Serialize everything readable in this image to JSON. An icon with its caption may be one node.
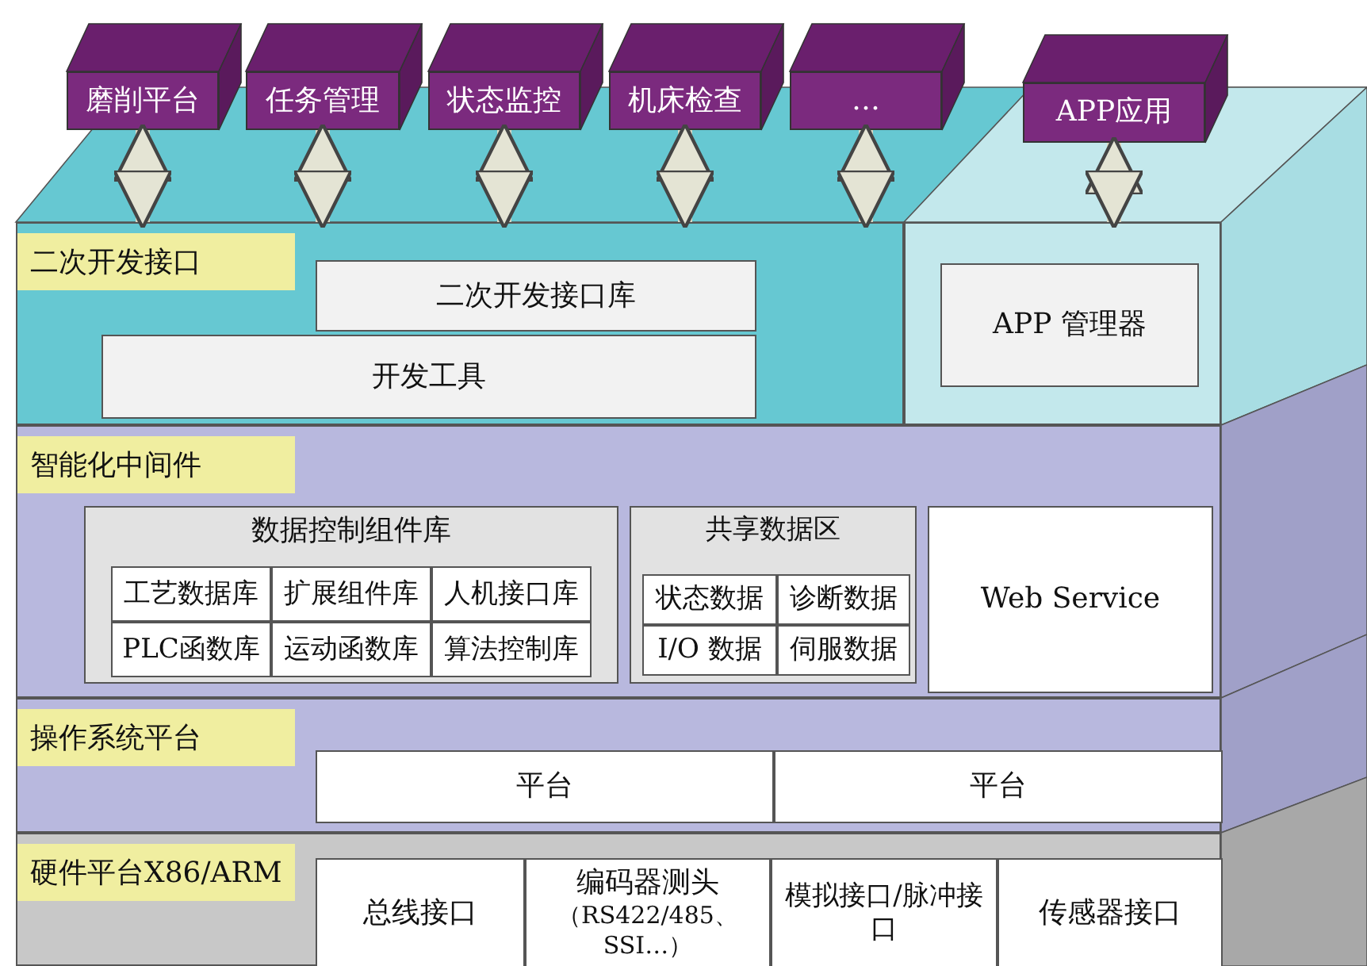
{
  "diagram": {
    "nodes": [
      {
        "text": [
          "磨削平台"
        ]
      },
      {
        "text": [
          "任务管理"
        ]
      },
      {
        "text": [
          "状态监控"
        ]
      },
      {
        "text": [
          "机床检查"
        ]
      },
      {
        "text": [
          "…"
        ]
      },
      {
        "text": [
          "APP应用"
        ]
      },
      {
        "text": [
          "二次开发接口"
        ]
      },
      {
        "text": [
          "二次开发接口库"
        ],
        "in": 6
      },
      {
        "text": [
          "开发工具"
        ],
        "in": 6
      },
      {
        "text": [],
        "shape": "box"
      },
      {
        "text": [
          "APP 管理器"
        ],
        "in": 9
      },
      {
        "text": [
          "智能化中间件"
        ]
      },
      {
        "text": [
          "数据控制组件库"
        ],
        "in": 11
      },
      {
        "text": [
          "工艺数据库"
        ],
        "in": 12
      },
      {
        "text": [
          "扩展组件库"
        ],
        "in": 12
      },
      {
        "text": [
          "人机接口库"
        ],
        "in": 12
      },
      {
        "text": [
          "PLC函数库"
        ],
        "in": 12
      },
      {
        "text": [
          "运动函数库"
        ],
        "in": 12
      },
      {
        "text": [
          "算法控制库"
        ],
        "in": 12
      },
      {
        "text": [
          "共享数据区"
        ],
        "in": 11
      },
      {
        "text": [
          "状态数据"
        ],
        "in": 19
      },
      {
        "text": [
          "诊断数据"
        ],
        "in": 19
      },
      {
        "text": [
          "I/O 数据"
        ],
        "in": 19
      },
      {
        "text": [
          "伺服数据"
        ],
        "in": 19
      },
      {
        "text": [
          "Web Service"
        ],
        "in": 11
      },
      {
        "text": [
          "操作系统平台"
        ]
      },
      {
        "text": [
          "平台"
        ],
        "in": 25
      },
      {
        "text": [
          "平台"
        ],
        "in": 25
      },
      {
        "text": [
          "硬件平台X86/ARM"
        ]
      },
      {
        "text": [
          "总线接口"
        ],
        "in": 28
      },
      {
        "text": [
          "编码器测头",
          "（RS422/485、SSI…）"
        ],
        "in": 28
      },
      {
        "text": [
          "模拟接口/脉冲接口"
        ],
        "in": 28
      },
      {
        "text": [
          "传感器接口"
        ],
        "in": 28
      }
    ],
    "edges": [
      {
        "from": 0,
        "to": 6,
        "arrow": "both"
      },
      {
        "from": 1,
        "to": 6,
        "arrow": "both"
      },
      {
        "from": 2,
        "to": 6,
        "arrow": "both"
      },
      {
        "from": 3,
        "to": 6,
        "arrow": "both"
      },
      {
        "from": 4,
        "to": 6,
        "arrow": "both"
      },
      {
        "from": 5,
        "to": 9,
        "arrow": "both"
      }
    ]
  }
}
